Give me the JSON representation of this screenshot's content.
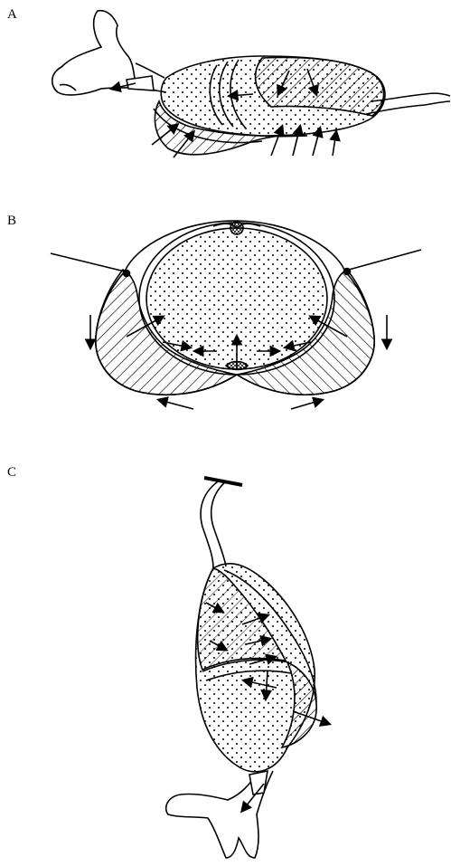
{
  "panels": [
    {
      "label": "A"
    },
    {
      "label": "B"
    },
    {
      "label": "C"
    }
  ],
  "colors": {
    "ink": "#000000",
    "paper": "#ffffff"
  }
}
